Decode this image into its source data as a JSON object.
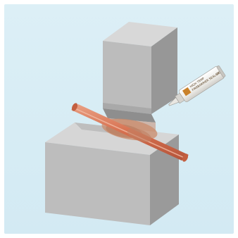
{
  "illustration": {
    "background_color": "#dbeef5",
    "block_color": "#bdbdbd",
    "pipe_color": "#d9785a",
    "sealant_color": "#c98b6b"
  },
  "tube": {
    "label_line_1": "HIGH TEMP",
    "label_line_2": "FIREBARRIER SEALANT",
    "label_line_3": "2X"
  }
}
